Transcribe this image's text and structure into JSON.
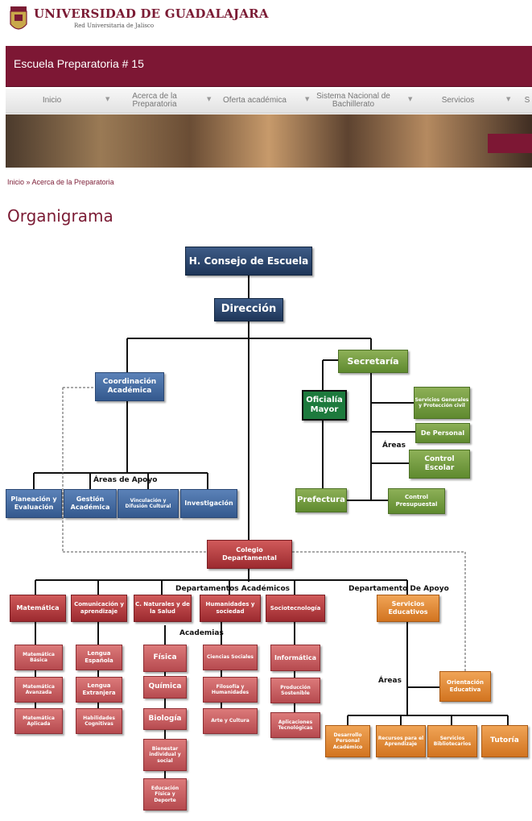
{
  "header": {
    "university": "UNIVERSIDAD DE GUADALAJARA",
    "network": "Red Universitaria de Jalisco",
    "school": "Escuela Preparatoria # 15"
  },
  "nav": {
    "items": [
      "Inicio",
      "Acerca de la Preparatoria",
      "Oferta académica",
      "Sistema Nacional de Bachillerato",
      "Servicios",
      "S"
    ]
  },
  "breadcrumb": {
    "home": "Inicio",
    "sep": " » ",
    "current": "Acerca de la Preparatoria"
  },
  "page_title": "Organigrama",
  "org": {
    "consejo": "H. Consejo de Escuela",
    "direccion": "Dirección",
    "secretaria": "Secretaría",
    "coordinacion": "Coordinación Académica",
    "oficialia": "Oficialía Mayor",
    "servicios_generales": "Servicios Generales y Protección civil",
    "de_personal": "De Personal",
    "control_escolar": "Control Escolar",
    "control_presupuestal": "Control Presupuestal",
    "prefectura": "Prefectura",
    "areas_label": "Áreas",
    "areas_apoyo_label": "Áreas de Apoyo",
    "planeacion": "Planeación y Evaluación",
    "gestion": "Gestión Académica",
    "vinculacion": "Vinculación y Difusión Cultural",
    "investigacion": "Investigación",
    "colegio": "Colegio Departamental",
    "dept_academicos_label": "Departamentos Académicos",
    "dept_apoyo_label": "Departamento De Apoyo",
    "academias_label": "Academias",
    "areas_label2": "Áreas",
    "matematica": "Matemática",
    "comunicacion": "Comunicación y aprendizaje",
    "cnaturales": "C. Naturales y de la Salud",
    "humanidades": "Humanidades y sociedad",
    "sociotecnologia": "Sociotecnología",
    "servicios_educativos": "Servicios Educativos",
    "mat_basica": "Matemática Básica",
    "mat_avanzada": "Matemática Avanzada",
    "mat_aplicada": "Matemática Aplicada",
    "lengua_espanola": "Lengua Española",
    "lengua_extranjera": "Lengua Extranjera",
    "habilidades": "Habilidades Cognitivas",
    "fisica": "Física",
    "quimica": "Química",
    "biologia": "Biología",
    "bienestar": "Bienestar individual y social",
    "educacion_fisica": "Educación Física y Deporte",
    "ciencias_sociales": "Ciencias Sociales",
    "filosofia": "Filosofía y Humanidades",
    "arte": "Arte y Cultura",
    "informatica": "Informática",
    "produccion": "Producción Sostenible",
    "aplicaciones": "Aplicaciones Tecnológicas",
    "orientacion": "Orientación Educativa",
    "desarrollo": "Desarrollo Personal Académico",
    "recursos": "Recursos para el Aprendizaje",
    "bibliotecarios": "Servicios Bibliotecarios",
    "tutoria": "Tutoría"
  },
  "colors": {
    "brand": "#7d1734",
    "navy": "#1e3558",
    "green": "#6b9a37",
    "red": "#a8303a",
    "orange": "#e08a34"
  }
}
